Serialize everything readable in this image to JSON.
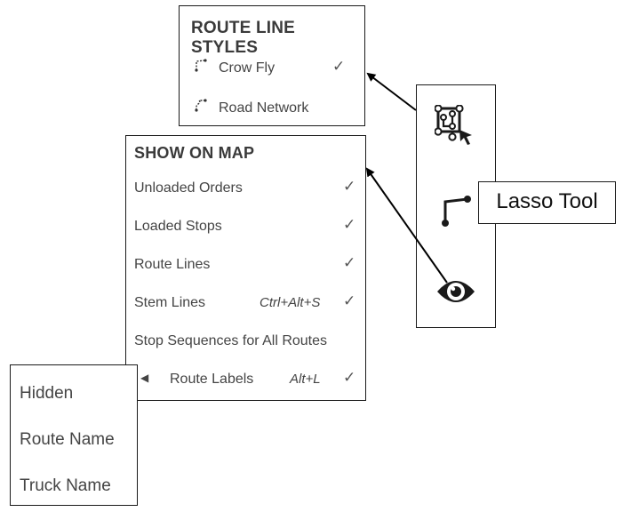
{
  "route_line_styles": {
    "heading": "ROUTE LINE STYLES",
    "items": [
      {
        "label": "Crow Fly",
        "checked": "✓",
        "icon": "crow-fly-icon"
      },
      {
        "label": "Road Network",
        "checked": "",
        "icon": "road-network-icon"
      }
    ]
  },
  "show_on_map": {
    "heading": "SHOW ON MAP",
    "items": [
      {
        "label": "Unloaded Orders",
        "shortcut": "",
        "check": "✓"
      },
      {
        "label": "Loaded Stops",
        "shortcut": "",
        "check": "✓"
      },
      {
        "label": "Route Lines",
        "shortcut": "",
        "check": "✓"
      },
      {
        "label": "Stem Lines",
        "shortcut": "Ctrl+Alt+S",
        "check": "✓"
      },
      {
        "label": "Stop Sequences for All Routes",
        "shortcut": "",
        "check": ""
      },
      {
        "label": "Route Labels",
        "shortcut": "Alt+L",
        "check": "✓",
        "submenu_arrow": "◀"
      }
    ]
  },
  "route_labels_submenu": {
    "items": [
      "Hidden",
      "Route Name",
      "Truck Name"
    ]
  },
  "toolbar": {
    "tools": [
      {
        "icon": "route-select-icon"
      },
      {
        "icon": "lasso-tool-icon"
      },
      {
        "icon": "eye-icon"
      }
    ]
  },
  "callout": {
    "lasso_label": "Lasso Tool"
  },
  "colors": {
    "border": "#1a1a1a",
    "text": "#444444",
    "icon": "#1a1a1a"
  }
}
